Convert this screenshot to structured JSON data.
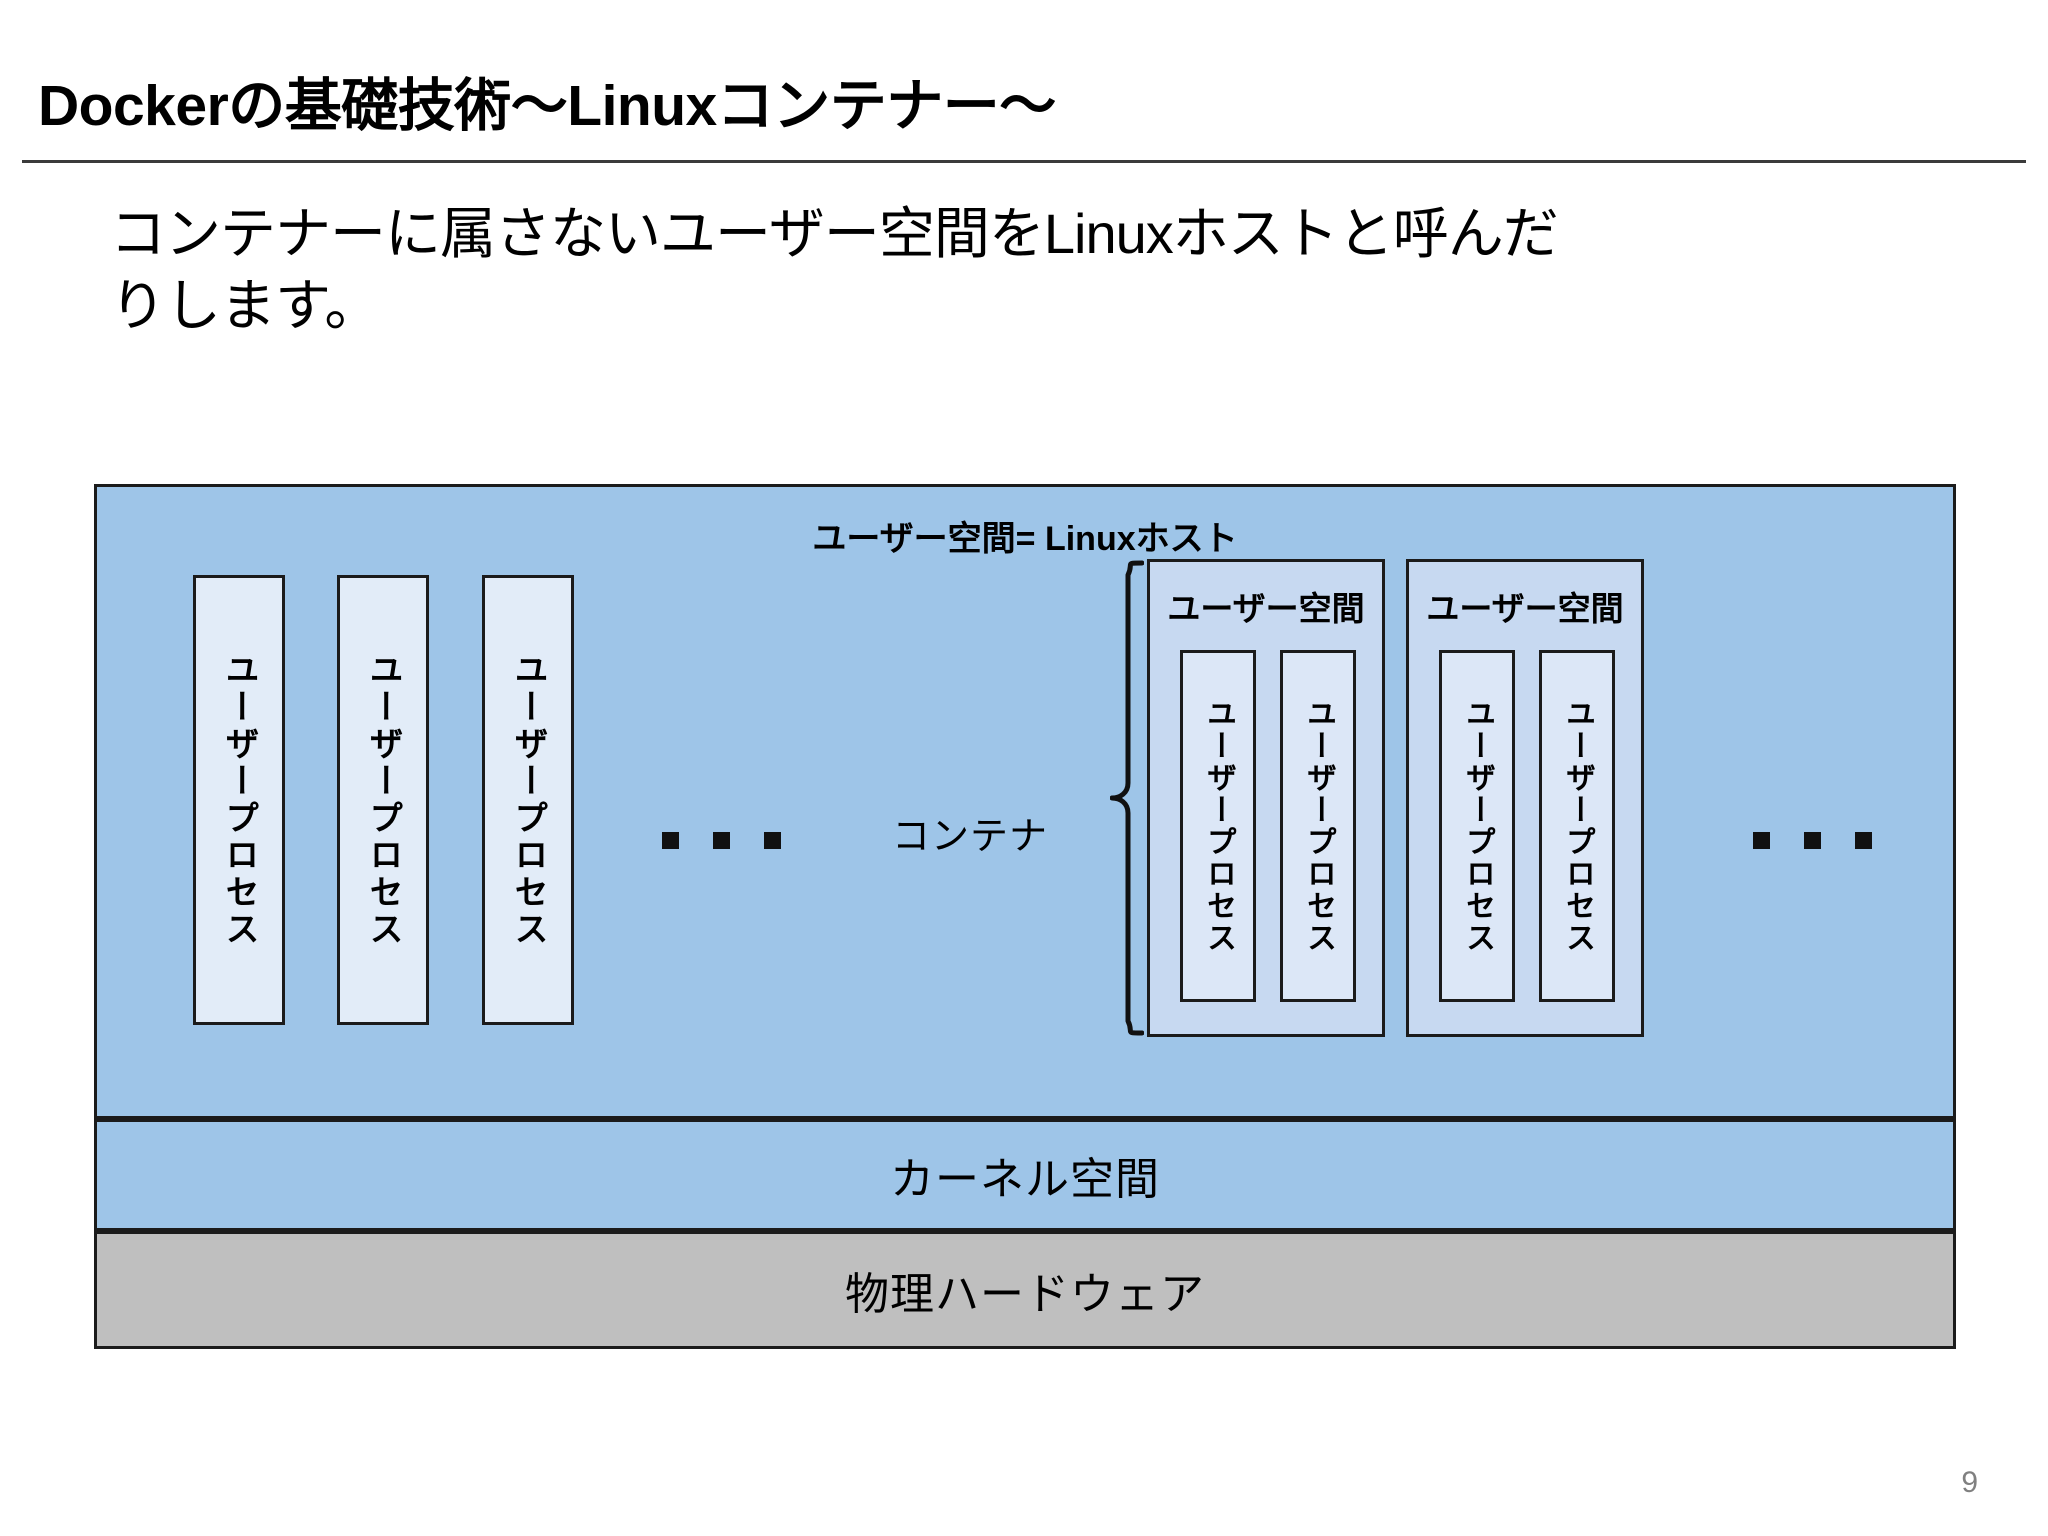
{
  "slide": {
    "title": "Dockerの基礎技術～Linuxコンテナー～",
    "page_number": "9",
    "body_lines": [
      "コンテナーに属さないユーザー空間をLinuxホストと呼んだ",
      "りします。"
    ]
  },
  "diagram": {
    "userspace_caption": "ユーザー空間= Linuxホスト",
    "container_bracket_label": "コンテナ",
    "host_processes": [
      {
        "label": "ユーザープロセス"
      },
      {
        "label": "ユーザープロセス"
      },
      {
        "label": "ユーザープロセス"
      }
    ],
    "host_ellipsis": "...",
    "right_ellipsis": "...",
    "containers": [
      {
        "caption": "ユーザー空間",
        "processes": [
          {
            "label": "ユーザープロセス"
          },
          {
            "label": "ユーザープロセス"
          }
        ]
      },
      {
        "caption": "ユーザー空間",
        "processes": [
          {
            "label": "ユーザープロセス"
          },
          {
            "label": "ユーザープロセス"
          }
        ]
      }
    ],
    "kernel_layer": "カーネル空間",
    "hardware_layer": "物理ハードウェア",
    "colors": {
      "userspace_fill": "#9EC5E8",
      "container_fill": "#C7D9F1",
      "process_fill": "#E2ECF8",
      "container_process_fill": "#DCE7F7",
      "hardware_fill": "#BFBFBF",
      "outline": "#1b1b1b",
      "page_number": "#808080"
    }
  }
}
